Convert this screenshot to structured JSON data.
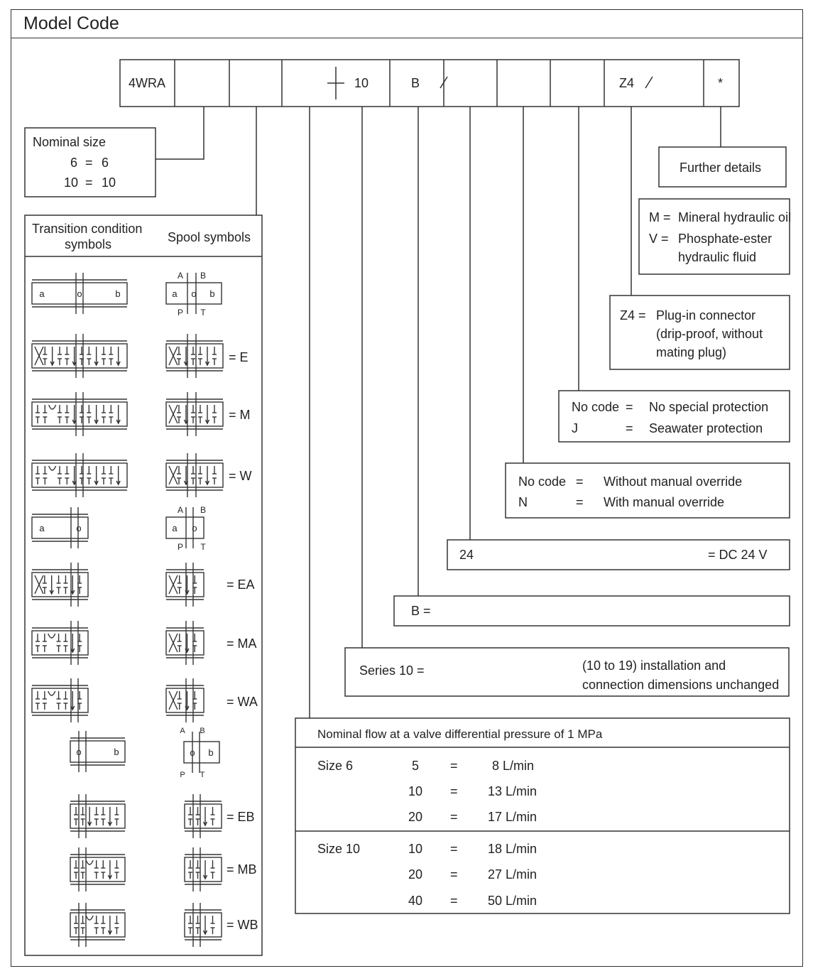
{
  "title": "Model Code",
  "code_fields": [
    "4WRA",
    "",
    "",
    "10",
    "B",
    "",
    "",
    "Z4",
    "",
    "*"
  ],
  "nominal_size": {
    "title": "Nominal size",
    "rows": [
      {
        "code": "6",
        "eq": "=",
        "value": "6"
      },
      {
        "code": "10",
        "eq": "=",
        "value": "10"
      }
    ]
  },
  "symbols": {
    "header_transition": "Transition condition symbols",
    "header_transition_l1": "Transition condition",
    "header_transition_l2": "symbols",
    "header_spool": "Spool symbols",
    "codes": [
      "= E",
      "= M",
      "= W",
      "= EA",
      "= MA",
      "= WA",
      "= EB",
      "= MB",
      "= WB"
    ],
    "port_A": "A",
    "port_B": "B",
    "port_P": "P",
    "port_T": "T",
    "pos_a": "a",
    "pos_o": "o",
    "pos_b": "b"
  },
  "further_details": "Further details",
  "fluid": {
    "rows": [
      {
        "code": "M =",
        "text": "Mineral hydraulic oil"
      },
      {
        "code": "V =",
        "text": "Phosphate-ester hydraulic fluid",
        "l1": "Phosphate-ester",
        "l2": "hydraulic fluid"
      }
    ]
  },
  "connector": {
    "code": "Z4 =",
    "l1": "Plug-in connector",
    "l2": "(drip-proof, without",
    "l3": "mating plug)"
  },
  "protection": {
    "rows": [
      {
        "code": "No code",
        "eq": "=",
        "text": "No special protection"
      },
      {
        "code": "J",
        "eq": "=",
        "text": "Seawater protection"
      }
    ]
  },
  "override": {
    "rows": [
      {
        "code": "No code",
        "eq": "=",
        "text": "Without manual override"
      },
      {
        "code": "N",
        "eq": "=",
        "text": "With manual override"
      }
    ]
  },
  "voltage": {
    "code": "24",
    "text": "= DC 24 V"
  },
  "b_row": {
    "text": "B ="
  },
  "series": {
    "code": "Series 10 =",
    "l1": "(10 to 19) installation and",
    "l2": "connection dimensions unchanged"
  },
  "flow": {
    "title": "Nominal flow at a valve differential pressure of 1 MPa",
    "groups": [
      {
        "size": "Size 6",
        "rows": [
          {
            "code": "5",
            "eq": "=",
            "value": "8 L/min"
          },
          {
            "code": "10",
            "eq": "=",
            "value": "13 L/min"
          },
          {
            "code": "20",
            "eq": "=",
            "value": "17 L/min"
          }
        ]
      },
      {
        "size": "Size 10",
        "rows": [
          {
            "code": "10",
            "eq": "=",
            "value": "18 L/min"
          },
          {
            "code": "20",
            "eq": "=",
            "value": "27 L/min"
          },
          {
            "code": "40",
            "eq": "=",
            "value": "50 L/min"
          }
        ]
      }
    ]
  }
}
